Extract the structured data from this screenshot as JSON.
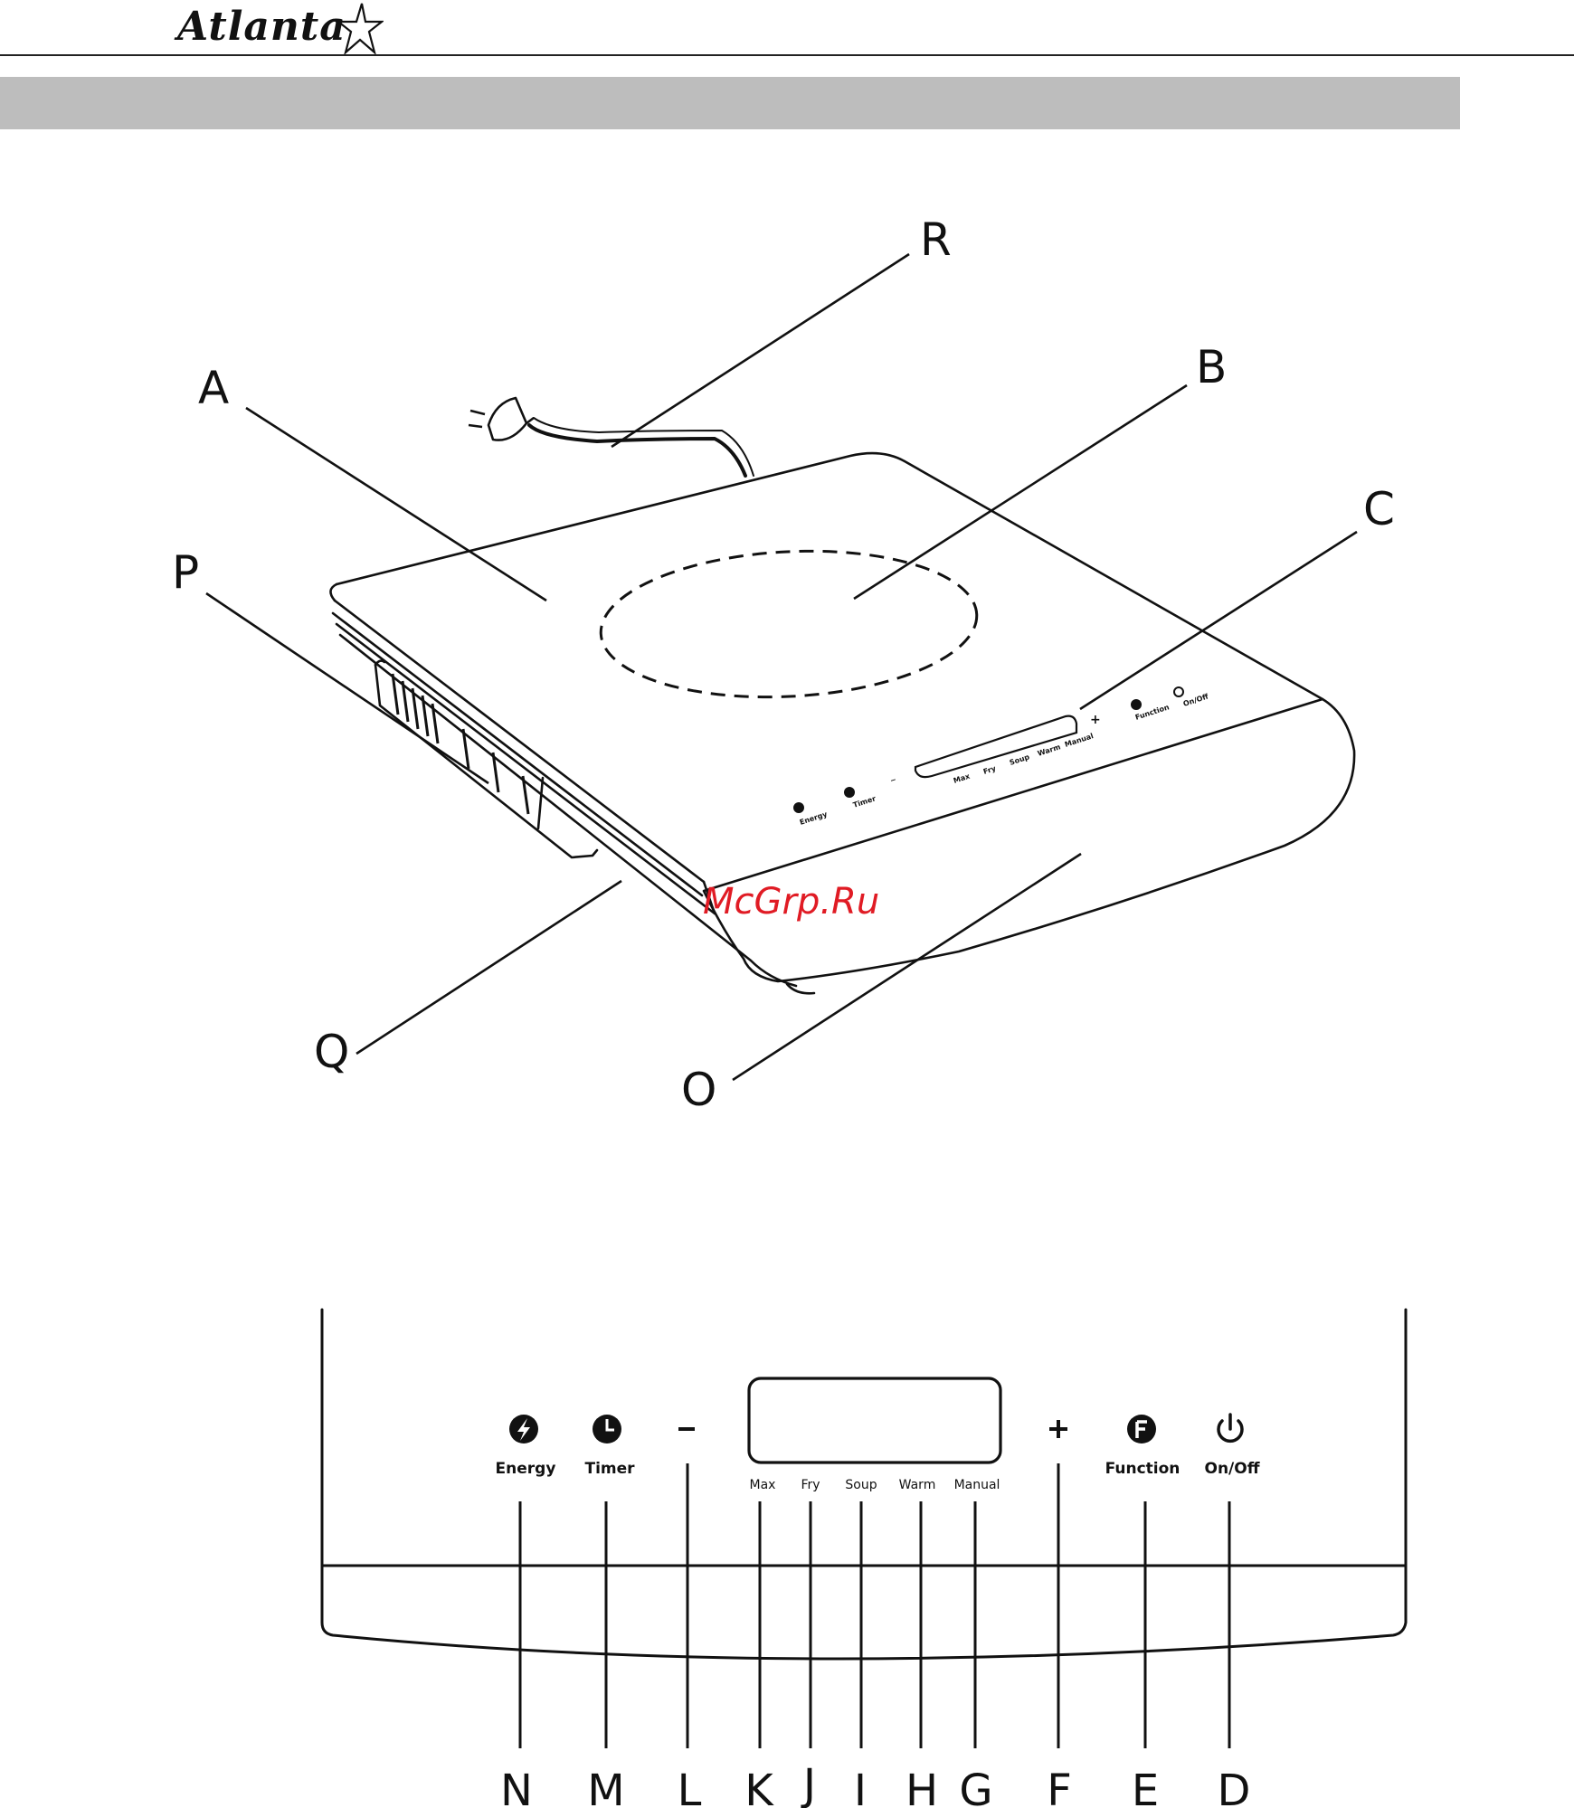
{
  "header": {
    "brand": "Atlanta",
    "watermark": "McGrp.Ru"
  },
  "device_callouts": [
    {
      "id": "R",
      "label": "R"
    },
    {
      "id": "B",
      "label": "B"
    },
    {
      "id": "A",
      "label": "A"
    },
    {
      "id": "C",
      "label": "C"
    },
    {
      "id": "P",
      "label": "P"
    },
    {
      "id": "Q",
      "label": "Q"
    },
    {
      "id": "O",
      "label": "O"
    }
  ],
  "device_panel_labels": {
    "energy": "Energy",
    "timer": "Timer",
    "minus": "−",
    "max": "Max",
    "fry": "Fry",
    "soup": "Soup",
    "warm": "Warm",
    "manual": "Manual",
    "plus": "+",
    "function": "Function",
    "onoff": "On/Off"
  },
  "control_panel": {
    "buttons": {
      "energy": "Energy",
      "timer": "Timer",
      "minus": "−",
      "plus": "+",
      "function": "Function",
      "onoff": "On/Off"
    },
    "modes": [
      "Max",
      "Fry",
      "Soup",
      "Warm",
      "Manual"
    ],
    "letters": [
      "N",
      "M",
      "L",
      "K",
      "J",
      "I",
      "H",
      "G",
      "F",
      "E",
      "D"
    ]
  }
}
